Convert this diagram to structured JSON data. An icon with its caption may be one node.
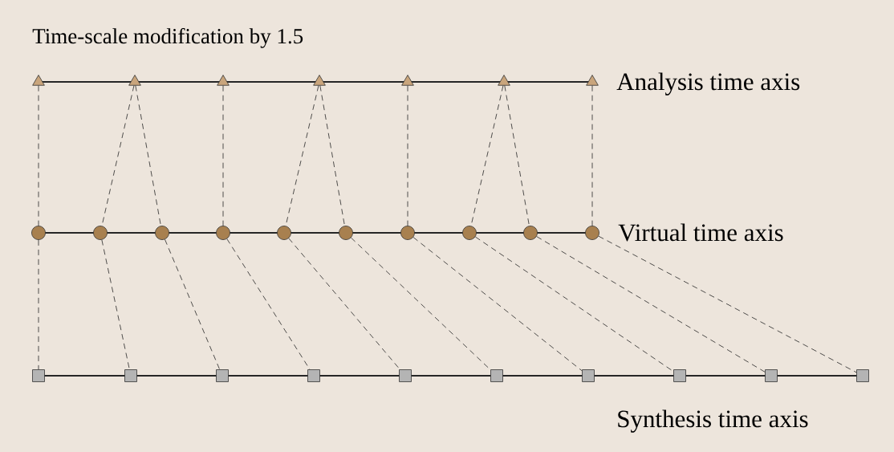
{
  "diagram": {
    "title": "Time-scale modification by 1.5",
    "nodes": [
      {
        "text": [],
        "shape": "triangle"
      },
      {
        "text": [],
        "shape": "triangle"
      },
      {
        "text": [],
        "shape": "triangle"
      },
      {
        "text": [],
        "shape": "triangle"
      },
      {
        "text": [],
        "shape": "triangle"
      },
      {
        "text": [],
        "shape": "triangle"
      },
      {
        "text": [],
        "shape": "triangle"
      },
      {
        "text": [],
        "shape": "circle"
      },
      {
        "text": [],
        "shape": "circle"
      },
      {
        "text": [],
        "shape": "circle"
      },
      {
        "text": [],
        "shape": "circle"
      },
      {
        "text": [],
        "shape": "circle"
      },
      {
        "text": [],
        "shape": "circle"
      },
      {
        "text": [],
        "shape": "circle"
      },
      {
        "text": [],
        "shape": "circle"
      },
      {
        "text": [],
        "shape": "circle"
      },
      {
        "text": [],
        "shape": "circle"
      },
      {
        "text": [],
        "shape": "box"
      },
      {
        "text": [],
        "shape": "box"
      },
      {
        "text": [],
        "shape": "box"
      },
      {
        "text": [],
        "shape": "box"
      },
      {
        "text": [],
        "shape": "box"
      },
      {
        "text": [],
        "shape": "box"
      },
      {
        "text": [],
        "shape": "box"
      },
      {
        "text": [],
        "shape": "box"
      },
      {
        "text": [],
        "shape": "box"
      },
      {
        "text": [],
        "shape": "box"
      }
    ],
    "edges": [
      {
        "from": 0,
        "to": 7,
        "arrow": "none",
        "style": "dashed"
      },
      {
        "from": 1,
        "to": 8,
        "arrow": "none",
        "style": "dashed"
      },
      {
        "from": 1,
        "to": 9,
        "arrow": "none",
        "style": "dashed"
      },
      {
        "from": 2,
        "to": 10,
        "arrow": "none",
        "style": "dashed"
      },
      {
        "from": 3,
        "to": 11,
        "arrow": "none",
        "style": "dashed"
      },
      {
        "from": 3,
        "to": 12,
        "arrow": "none",
        "style": "dashed"
      },
      {
        "from": 4,
        "to": 13,
        "arrow": "none",
        "style": "dashed"
      },
      {
        "from": 5,
        "to": 14,
        "arrow": "none",
        "style": "dashed"
      },
      {
        "from": 5,
        "to": 15,
        "arrow": "none",
        "style": "dashed"
      },
      {
        "from": 6,
        "to": 16,
        "arrow": "none",
        "style": "dashed"
      },
      {
        "from": 7,
        "to": 17,
        "arrow": "none",
        "style": "dashed"
      },
      {
        "from": 8,
        "to": 18,
        "arrow": "none",
        "style": "dashed"
      },
      {
        "from": 9,
        "to": 19,
        "arrow": "none",
        "style": "dashed"
      },
      {
        "from": 10,
        "to": 20,
        "arrow": "none",
        "style": "dashed"
      },
      {
        "from": 11,
        "to": 21,
        "arrow": "none",
        "style": "dashed"
      },
      {
        "from": 12,
        "to": 22,
        "arrow": "none",
        "style": "dashed"
      },
      {
        "from": 13,
        "to": 23,
        "arrow": "none",
        "style": "dashed"
      },
      {
        "from": 14,
        "to": 24,
        "arrow": "none",
        "style": "dashed"
      },
      {
        "from": 15,
        "to": 25,
        "arrow": "none",
        "style": "dashed"
      },
      {
        "from": 16,
        "to": 26,
        "arrow": "none",
        "style": "dashed"
      }
    ],
    "labels": [
      "Analysis time axis",
      "Virtual time axis",
      "Synthesis time axis"
    ]
  }
}
